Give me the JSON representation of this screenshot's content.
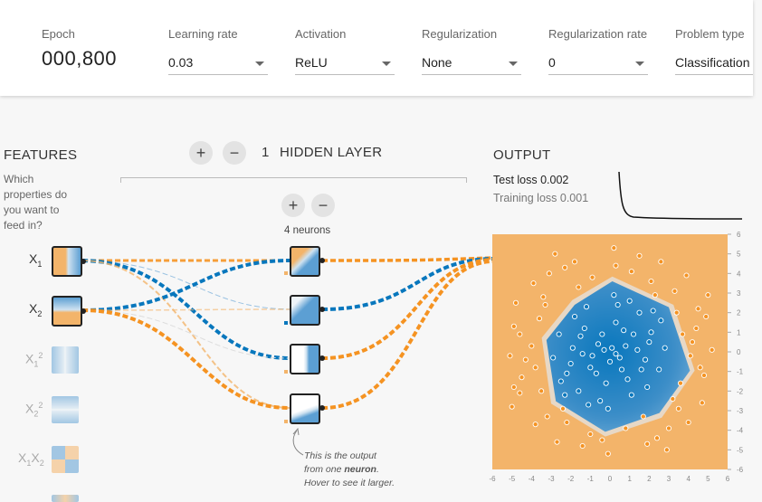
{
  "controls": {
    "epoch": {
      "label": "Epoch",
      "value": "000,800"
    },
    "learning_rate": {
      "label": "Learning rate",
      "value": "0.03"
    },
    "activation": {
      "label": "Activation",
      "value": "ReLU"
    },
    "regularization": {
      "label": "Regularization",
      "value": "None"
    },
    "regularization_rate": {
      "label": "Regularization rate",
      "value": "0"
    },
    "problem_type": {
      "label": "Problem type",
      "value": "Classification"
    }
  },
  "features": {
    "heading": "FEATURES",
    "subtitle_lines": [
      "Which",
      "properties do",
      "you want to",
      "feed in?"
    ],
    "items": [
      {
        "label": "X",
        "sub": "1",
        "sup": "",
        "active": true
      },
      {
        "label": "X",
        "sub": "2",
        "sup": "",
        "active": true
      },
      {
        "label": "X",
        "sub": "1",
        "sup": "2",
        "active": false
      },
      {
        "label": "X",
        "sub": "2",
        "sup": "2",
        "active": false
      },
      {
        "label": "X",
        "sub": "1",
        "sup": "",
        "label2": "X",
        "sub2": "2",
        "active": false
      }
    ]
  },
  "hidden": {
    "count": "1",
    "heading": "HIDDEN LAYER",
    "plus": "+",
    "minus": "−",
    "neurons_label": "4 neurons"
  },
  "callout": {
    "pre": "This is the output from one ",
    "bold": "neuron",
    "post": ". Hover to see it larger."
  },
  "output": {
    "heading": "OUTPUT",
    "test_loss": "Test loss 0.002",
    "training_loss": "Training loss 0.001"
  },
  "colors": {
    "blue": "#0877bd",
    "orange": "#f59322",
    "light_orange": "#f3b46a",
    "light_blue": "#5c9fd3"
  },
  "chart_data": {
    "type": "scatter",
    "xlim": [
      -6,
      6
    ],
    "ylim": [
      -6,
      6
    ],
    "xticks": [
      -6,
      -5,
      -4,
      -3,
      -2,
      -1,
      0,
      1,
      2,
      3,
      4,
      5,
      6
    ],
    "yticks": [
      6,
      5,
      4,
      3,
      2,
      1,
      0,
      -1,
      -2,
      -3,
      -4,
      -5,
      -6
    ],
    "series": [
      {
        "class": "positive",
        "color": "#0877bd",
        "points": [
          [
            0.1,
            0.2
          ],
          [
            0.5,
            -0.3
          ],
          [
            -0.6,
            0.4
          ],
          [
            1.2,
            0.9
          ],
          [
            -1.0,
            -0.8
          ],
          [
            0.3,
            1.5
          ],
          [
            -0.2,
            -1.6
          ],
          [
            1.8,
            -0.4
          ],
          [
            -1.9,
            0.2
          ],
          [
            0.9,
            -1.4
          ],
          [
            -1.3,
            1.2
          ],
          [
            2.1,
            1.0
          ],
          [
            -2.2,
            -1.1
          ],
          [
            0.4,
            2.4
          ],
          [
            -0.5,
            -2.5
          ],
          [
            1.5,
            2.0
          ],
          [
            -1.6,
            -2.0
          ],
          [
            2.5,
            -0.9
          ],
          [
            -2.6,
            0.9
          ],
          [
            0.0,
            -0.5
          ],
          [
            0.8,
            0.3
          ],
          [
            -0.9,
            -0.2
          ],
          [
            1.1,
            -2.2
          ],
          [
            -1.2,
            2.3
          ],
          [
            2.8,
            0.2
          ],
          [
            -2.9,
            -0.3
          ],
          [
            0.6,
            -0.9
          ],
          [
            -0.4,
            0.9
          ],
          [
            1.9,
            -1.8
          ],
          [
            -1.8,
            1.8
          ],
          [
            0.2,
            2.9
          ],
          [
            -0.1,
            -2.9
          ],
          [
            2.2,
            2.1
          ],
          [
            -2.3,
            -2.2
          ],
          [
            1.4,
            0.1
          ],
          [
            -1.4,
            -0.1
          ],
          [
            0.7,
            1.1
          ],
          [
            -0.7,
            -1.1
          ],
          [
            2.6,
            1.6
          ],
          [
            -2.5,
            -1.5
          ],
          [
            1.0,
            2.6
          ],
          [
            -1.1,
            -2.7
          ],
          [
            0.3,
            -0.1
          ],
          [
            -0.3,
            0.1
          ],
          [
            1.6,
            -0.9
          ],
          [
            -1.5,
            0.8
          ],
          [
            2.0,
            0.5
          ],
          [
            -2.0,
            -0.6
          ]
        ]
      },
      {
        "class": "negative",
        "color": "#f59322",
        "points": [
          [
            4.2,
            0.5
          ],
          [
            -4.3,
            -0.4
          ],
          [
            0.3,
            4.4
          ],
          [
            -0.4,
            -4.5
          ],
          [
            3.3,
            3.1
          ],
          [
            -3.2,
            -3.3
          ],
          [
            3.5,
            -2.9
          ],
          [
            -3.4,
            2.8
          ],
          [
            4.8,
            -1.2
          ],
          [
            -4.9,
            1.3
          ],
          [
            1.5,
            4.9
          ],
          [
            -1.4,
            -4.8
          ],
          [
            4.5,
            2.2
          ],
          [
            -4.6,
            -2.1
          ],
          [
            2.4,
            -4.4
          ],
          [
            -2.3,
            4.3
          ],
          [
            5.2,
            0.1
          ],
          [
            -5.1,
            -0.2
          ],
          [
            0.2,
            5.3
          ],
          [
            -0.1,
            -5.2
          ],
          [
            3.9,
            3.9
          ],
          [
            -3.8,
            -3.7
          ],
          [
            4.0,
            -3.6
          ],
          [
            -3.9,
            3.5
          ],
          [
            4.4,
            1.2
          ],
          [
            -4.5,
            -1.3
          ],
          [
            1.1,
            4.1
          ],
          [
            -1.0,
            -4.2
          ],
          [
            3.0,
            -3.9
          ],
          [
            -3.1,
            4.0
          ],
          [
            4.7,
            -2.6
          ],
          [
            -4.8,
            2.5
          ],
          [
            2.6,
            4.6
          ],
          [
            -2.7,
            -4.6
          ],
          [
            3.7,
            0.9
          ],
          [
            -3.8,
            -0.8
          ],
          [
            0.8,
            -3.9
          ],
          [
            -0.9,
            3.8
          ],
          [
            5.0,
            2.9
          ],
          [
            -5.0,
            -2.8
          ],
          [
            2.9,
            -5.0
          ],
          [
            -2.8,
            5.0
          ],
          [
            4.1,
            -0.2
          ],
          [
            -4.0,
            0.3
          ],
          [
            1.9,
            -4.7
          ],
          [
            -1.8,
            4.6
          ],
          [
            3.4,
            2.0
          ],
          [
            -3.5,
            -2.0
          ],
          [
            2.1,
            3.6
          ],
          [
            -2.2,
            -3.6
          ],
          [
            3.6,
            -1.6
          ],
          [
            -3.6,
            1.7
          ],
          [
            4.9,
            1.8
          ],
          [
            -4.9,
            -1.8
          ],
          [
            1.7,
            -3.3
          ],
          [
            -1.6,
            3.3
          ],
          [
            3.2,
            -2.4
          ],
          [
            -3.3,
            2.4
          ],
          [
            2.3,
            2.9
          ],
          [
            -2.4,
            -2.9
          ],
          [
            4.6,
            -0.8
          ],
          [
            -4.6,
            0.9
          ]
        ]
      }
    ]
  }
}
